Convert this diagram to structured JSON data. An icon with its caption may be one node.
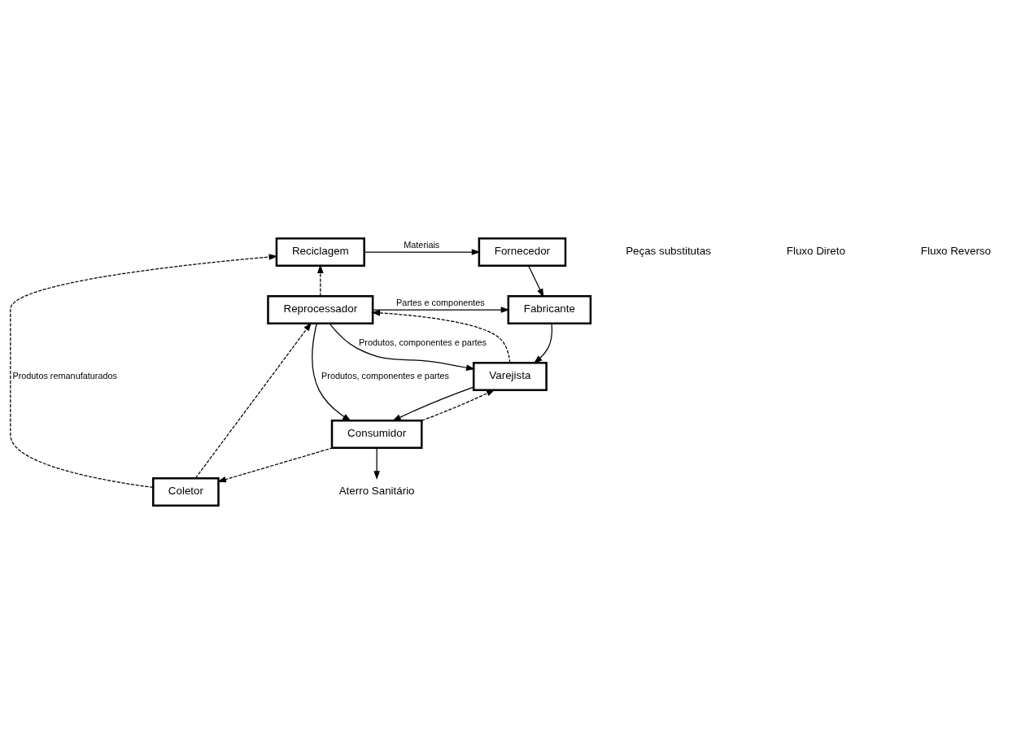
{
  "diagram": {
    "nodes": [
      {
        "text": [
          "Fornecedor"
        ]
      },
      {
        "text": [
          "Reciclagem"
        ]
      },
      {
        "text": [
          "Fabricante"
        ]
      },
      {
        "text": [
          "Reprocessador"
        ]
      },
      {
        "text": [
          "Varejista"
        ]
      },
      {
        "text": [
          "Coletor"
        ]
      },
      {
        "text": [
          "Consumidor"
        ]
      },
      {
        "text": [
          "Aterro Sanitário"
        ]
      }
    ],
    "edges": [
      {
        "from": 1,
        "to": 0,
        "arrow": "to",
        "label": "Materiais"
      },
      {
        "from": 0,
        "to": 2,
        "arrow": "to"
      },
      {
        "from": 3,
        "to": 1,
        "arrow": "to",
        "style": "dashed"
      },
      {
        "from": 3,
        "to": 2,
        "arrow": "to",
        "label": "Partes e componentes"
      },
      {
        "from": 2,
        "to": 4,
        "arrow": "to"
      },
      {
        "from": 4,
        "to": 3,
        "arrow": "to",
        "style": "dashed"
      },
      {
        "from": 3,
        "to": 4,
        "arrow": "to",
        "label": "Produtos, componentes e partes"
      },
      {
        "from": 5,
        "to": 3,
        "arrow": "to",
        "style": "dashed"
      },
      {
        "from": 5,
        "to": 1,
        "arrow": "to",
        "style": "dashed",
        "label": "Produtos remanufaturados"
      },
      {
        "from": 4,
        "to": 6,
        "arrow": "to"
      },
      {
        "from": 6,
        "to": 4,
        "arrow": "to",
        "style": "dashed"
      },
      {
        "from": 6,
        "to": 5,
        "arrow": "to",
        "style": "dashed"
      },
      {
        "from": 3,
        "to": 6,
        "arrow": "to",
        "label": "Produtos, componentes e partes"
      },
      {
        "from": 6,
        "to": 7,
        "arrow": "to"
      }
    ],
    "labels": [
      "Peças substitutas"
    ],
    "legend": [
      {
        "text": "Fluxo Direto"
      },
      {
        "text": "Fluxo Reverso"
      }
    ]
  }
}
